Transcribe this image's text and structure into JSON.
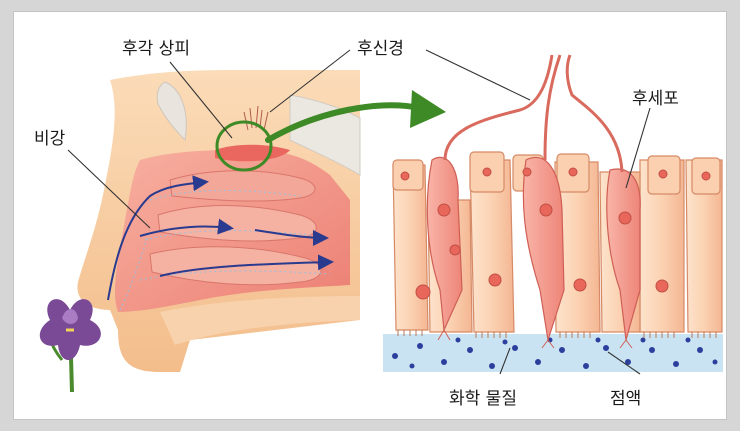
{
  "labels": {
    "olfactory_epithelium": "후각 상피",
    "nasal_cavity": "비강",
    "olfactory_nerve": "후신경",
    "olfactory_cell": "후세포",
    "chemical_substance": "화학 물질",
    "mucus": "점액"
  },
  "colors": {
    "background": "#d6d6d6",
    "panel": "#ffffff",
    "skin": "#f6c89a",
    "nasal_tissue": "#f08d80",
    "supporting_cell": "#fbd0b0",
    "olfactory_cell": "#f59b90",
    "mucus": "#c9e3f2",
    "mucus_dots": "#2c3f9c",
    "arrow": "#3e8a26",
    "airflow": "#2a3a8e",
    "flower": "#7a4a96"
  }
}
